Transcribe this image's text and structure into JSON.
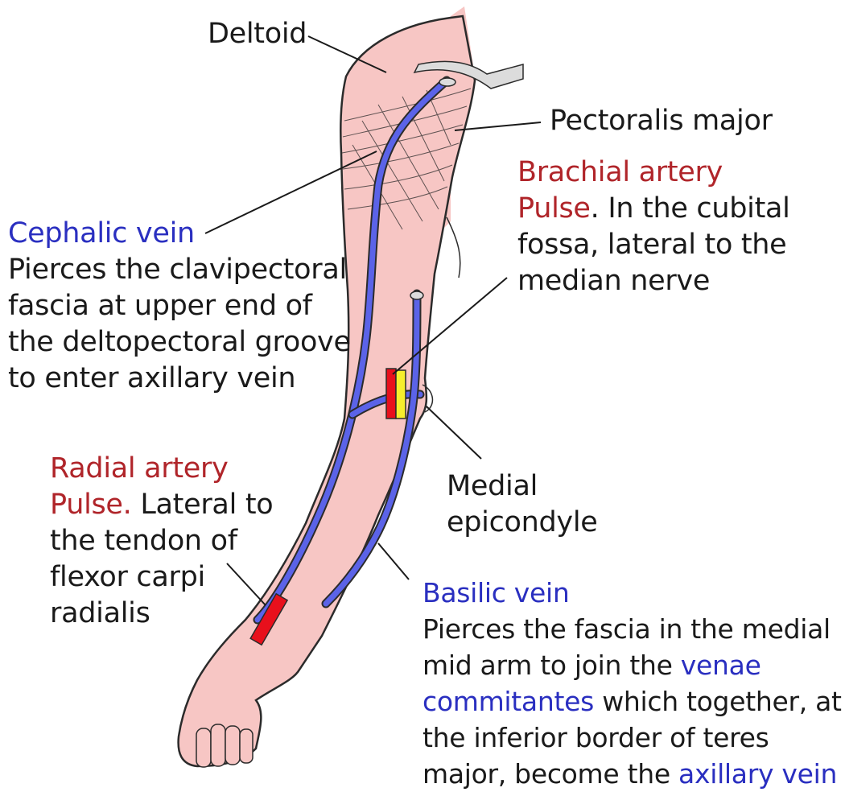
{
  "labels": {
    "deltoid": "Deltoid",
    "pectoralis": "Pectoralis major",
    "brachial": {
      "title": "Brachial artery",
      "pulse": "Pulse",
      "line1_rest": ". In the cubital",
      "line2": "fossa, lateral to the",
      "line3": "median nerve"
    },
    "cephalic": {
      "title": "Cephalic vein",
      "line1": "Pierces the clavipectoral",
      "line2": "fascia at upper end of",
      "line3": "the deltopectoral groove",
      "line4": "to enter axillary vein"
    },
    "medial": {
      "line1": "Medial",
      "line2": "epicondyle"
    },
    "radial": {
      "title": "Radial artery",
      "pulse": "Pulse.",
      "line1_rest": " Lateral to",
      "line2": "the tendon of",
      "line3": "flexor carpi",
      "line4": "radialis"
    },
    "basilic": {
      "title": "Basilic vein",
      "line1": "Pierces the fascia in the medial",
      "line2a": "mid arm to join the ",
      "line2b": "venae",
      "line3a": "commitantes",
      "line3b": " which together, at",
      "line4": "the inferior border of teres",
      "line5a": "major, become the ",
      "line5b": "axillary vein"
    }
  },
  "colors": {
    "skin": "#f7c6c4",
    "outline": "#2b2b2b",
    "vein": "#5b63e8",
    "artery": "#e8101c",
    "nerve": "#f6ee2c",
    "artery_text": "#b0252a",
    "vein_text": "#2a2fc0"
  }
}
